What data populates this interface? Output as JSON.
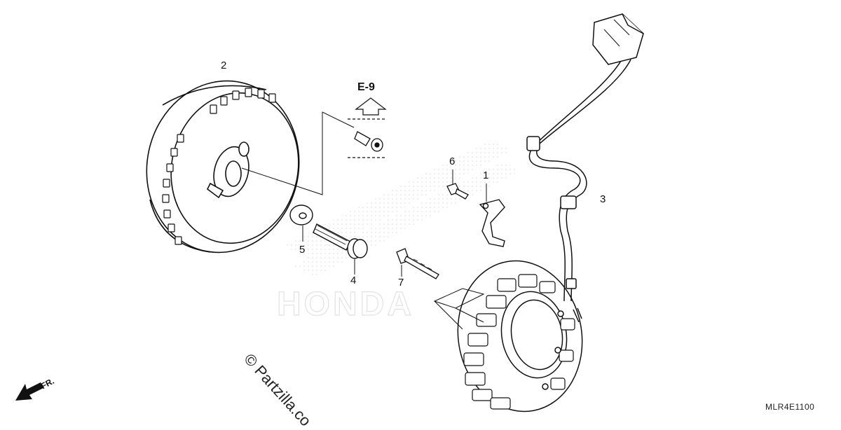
{
  "callouts": {
    "c1": "1",
    "c2": "2",
    "c3": "3",
    "c4": "4",
    "c5": "5",
    "c6": "6",
    "c7": "7"
  },
  "reference": "E-9",
  "direction_label": "FR.",
  "watermark_text": "© Partzilla.co",
  "brand_watermark": "HONDA",
  "diagram_code": "MLR4E1100"
}
